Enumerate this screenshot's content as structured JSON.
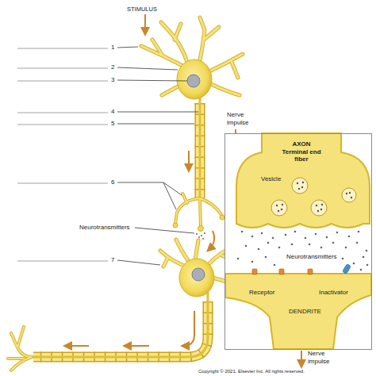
{
  "diagram": {
    "nodes": [
      {
        "text": [
          "AXON Terminal end fiber",
          "Vesicle",
          "Neurotransmitters",
          "Receptor",
          "Inactivator",
          "DENDRITE"
        ]
      }
    ],
    "labels": [
      "STIMULUS",
      "1",
      "2",
      "3",
      "4",
      "5",
      "6",
      "7",
      "Neurotransmitters",
      "Nerve impulse",
      "Nerve impulse",
      "Copyright © 2021, Elsevier Inc. All rights reserved."
    ]
  }
}
